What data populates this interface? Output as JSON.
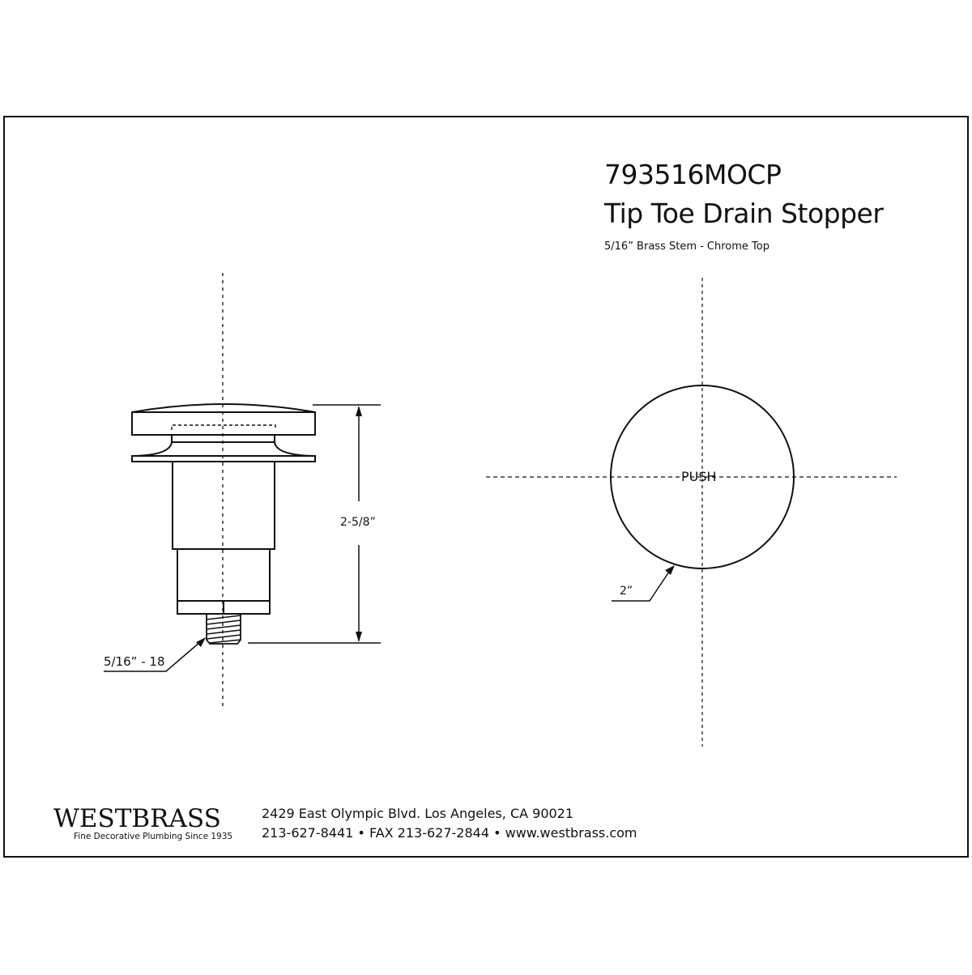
{
  "header": {
    "model_number": "793516MOCP",
    "product_name": "Tip Toe Drain Stopper",
    "subtitle": "5/16” Brass Stem - Chrome Top"
  },
  "side_view": {
    "height_dimension": "2-5/8”",
    "thread_callout": "5/16” - 18"
  },
  "top_view": {
    "push_label": "PUSH",
    "diameter_callout": "2”"
  },
  "footer": {
    "brand": "WESTBRASS",
    "tagline": "Fine Decorative Plumbing Since 1935",
    "address": "2429 East Olympic Blvd. Los Angeles, CA  90021",
    "contact": "213-627-8441 • FAX 213-627-2844 • www.westbrass.com"
  },
  "colors": {
    "line": "#111111",
    "background": "#ffffff"
  }
}
